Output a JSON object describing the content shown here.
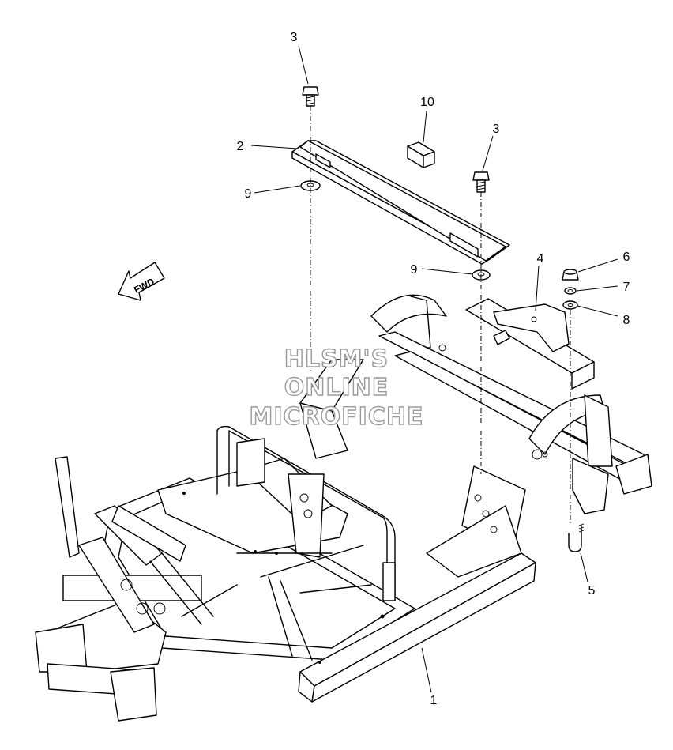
{
  "diagram": {
    "direction_arrow": {
      "label": "FWD",
      "icon": "forward-direction-arrow-icon"
    },
    "watermark": [
      "HLSM'S",
      "ONLINE",
      "MICROFICHE"
    ],
    "callouts": [
      {
        "id": "c1",
        "label": "1"
      },
      {
        "id": "c2",
        "label": "2"
      },
      {
        "id": "c3a",
        "label": "3"
      },
      {
        "id": "c3b",
        "label": "3"
      },
      {
        "id": "c4",
        "label": "4"
      },
      {
        "id": "c5",
        "label": "5"
      },
      {
        "id": "c6",
        "label": "6"
      },
      {
        "id": "c7",
        "label": "7"
      },
      {
        "id": "c8",
        "label": "8"
      },
      {
        "id": "c9a",
        "label": "9"
      },
      {
        "id": "c9b",
        "label": "9"
      },
      {
        "id": "c10",
        "label": "10"
      }
    ]
  }
}
